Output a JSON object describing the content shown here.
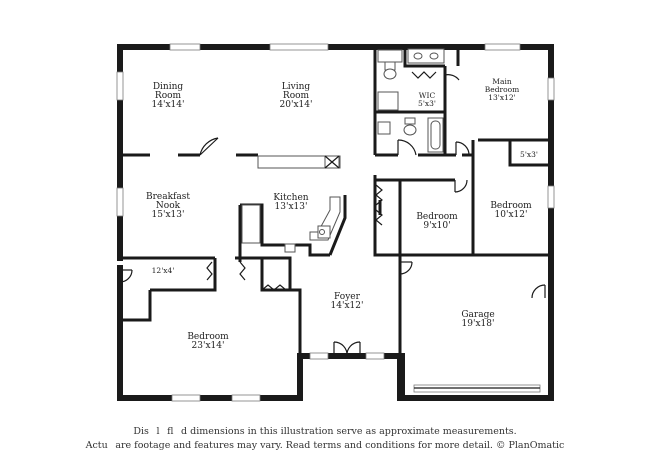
{
  "rooms": {
    "dining": {
      "name": "Dining\nRoom",
      "size": "14'x14'"
    },
    "living": {
      "name": "Living\nRoom",
      "size": "20'x14'"
    },
    "wic": {
      "name": "WIC",
      "size": "5'x3'"
    },
    "main_bedroom": {
      "name": "Main\nBedroom",
      "size": "13'x12'"
    },
    "closet_small": {
      "name": "",
      "size": "5'x3'"
    },
    "breakfast": {
      "name": "Breakfast\nNook",
      "size": "15'x13'"
    },
    "kitchen": {
      "name": "Kitchen",
      "size": "13'x13'"
    },
    "bedroom_9x10": {
      "name": "Bedroom",
      "size": "9'x10'"
    },
    "bedroom_10x12": {
      "name": "Bedroom",
      "size": "10'x12'"
    },
    "storage": {
      "name": "",
      "size": "12'x4'"
    },
    "foyer": {
      "name": "Foyer",
      "size": "14'x12'"
    },
    "garage": {
      "name": "Garage",
      "size": "19'x18'"
    },
    "bedroom_23x14": {
      "name": "Bedroom",
      "size": "23'x14'"
    }
  },
  "disclaimer": {
    "line1": "Dis    l    fl    d dimensions in this illustration serve as approximate measurements.",
    "line2": "Actu    are footage and features may vary. Read terms and conditions for more detail. © PlanOmatic"
  }
}
